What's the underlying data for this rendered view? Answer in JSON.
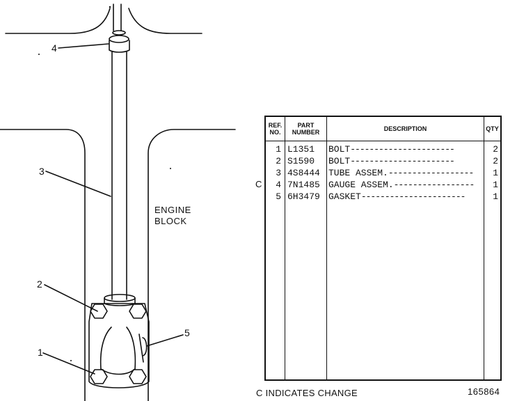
{
  "illustration": {
    "callouts": [
      "4",
      "3",
      "2",
      "1",
      "5"
    ],
    "engine_block_line1": "ENGINE",
    "engine_block_line2": "BLOCK"
  },
  "parts_table": {
    "headers": {
      "ref_line1": "REF.",
      "ref_line2": "NO.",
      "part_line1": "PART",
      "part_line2": "NUMBER",
      "description": "DESCRIPTION",
      "qty": "QTY"
    },
    "rows": [
      {
        "ref": "1",
        "part": "L1351",
        "desc": "BOLT",
        "qty": "2",
        "changed": ""
      },
      {
        "ref": "2",
        "part": "S1590",
        "desc": "BOLT",
        "qty": "2",
        "changed": ""
      },
      {
        "ref": "3",
        "part": "4S8444",
        "desc": "TUBE ASSEM.",
        "qty": "1",
        "changed": ""
      },
      {
        "ref": "4",
        "part": "7N1485",
        "desc": "GAUGE ASSEM.",
        "qty": "1",
        "changed": "C"
      },
      {
        "ref": "5",
        "part": "6H3479",
        "desc": "GASKET",
        "qty": "1",
        "changed": ""
      }
    ]
  },
  "footer": {
    "change_note": "C INDICATES CHANGE",
    "illustration_number": "165864"
  }
}
